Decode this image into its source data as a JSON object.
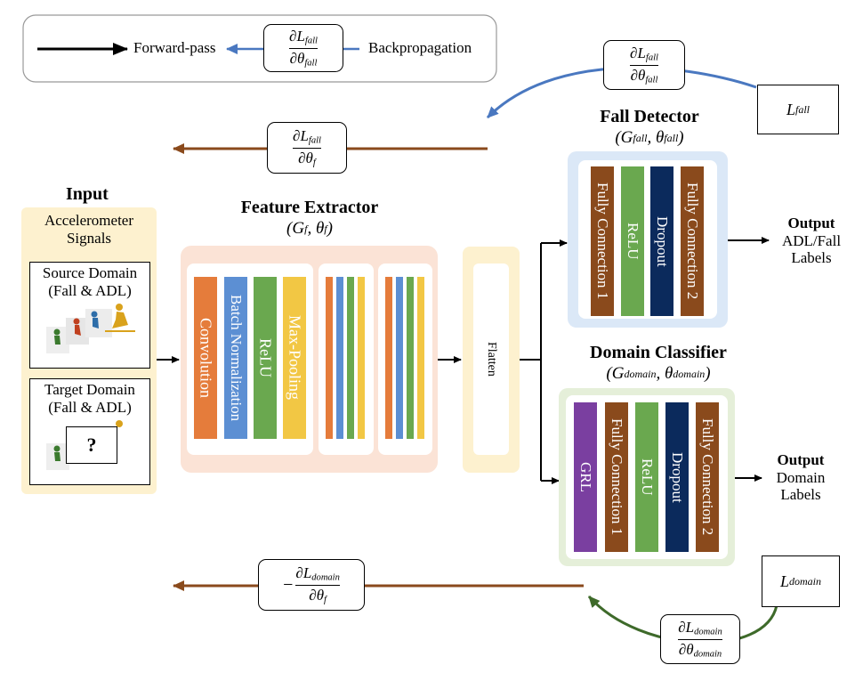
{
  "legend": {
    "forward": "Forward-pass",
    "backprop": "Backpropagation"
  },
  "colors": {
    "blue": "#4a78c0",
    "brown": "#8a4a1c",
    "green": "#3e6a2a",
    "orange": "#e57c3b",
    "light_blue": "#5c8fd3",
    "relu_green": "#6aa84f",
    "yellow": "#f2c744",
    "navy": "#0b2a5c",
    "purple": "#7a3fa0",
    "peach": "#fbe3d6",
    "cream": "#fdf1cf",
    "pale_blue": "#dbe8f7",
    "pale_green": "#e5efd9"
  },
  "input": {
    "title": "Input",
    "signals_line1": "Accelerometer",
    "signals_line2": "Signals",
    "source_line1": "Source Domain",
    "source_line2": "(Fall & ADL)",
    "target_line1": "Target Domain",
    "target_line2": "(Fall & ADL)",
    "unknown": "?"
  },
  "feature_extractor": {
    "title": "Feature Extractor",
    "layers": [
      "Convolution",
      "Batch Normalization",
      "ReLU",
      "Max-Pooling"
    ]
  },
  "flatten": "Flatten",
  "fall_detector": {
    "title": "Fall Detector",
    "layers": [
      "Fully Connection 1",
      "ReLU",
      "Dropout",
      "Fully Connection 2"
    ],
    "output_title": "Output",
    "output_line1": "ADL/Fall",
    "output_line2": "Labels",
    "loss": "L",
    "loss_sub": "fall"
  },
  "domain_classifier": {
    "title": "Domain Classifier",
    "layers": [
      "GRL",
      "Fully Connection 1",
      "ReLU",
      "Dropout",
      "Fully Connection 2"
    ],
    "output_title": "Output",
    "output_line1": "Domain",
    "output_line2": "Labels",
    "loss": "L",
    "loss_sub": "domain"
  }
}
